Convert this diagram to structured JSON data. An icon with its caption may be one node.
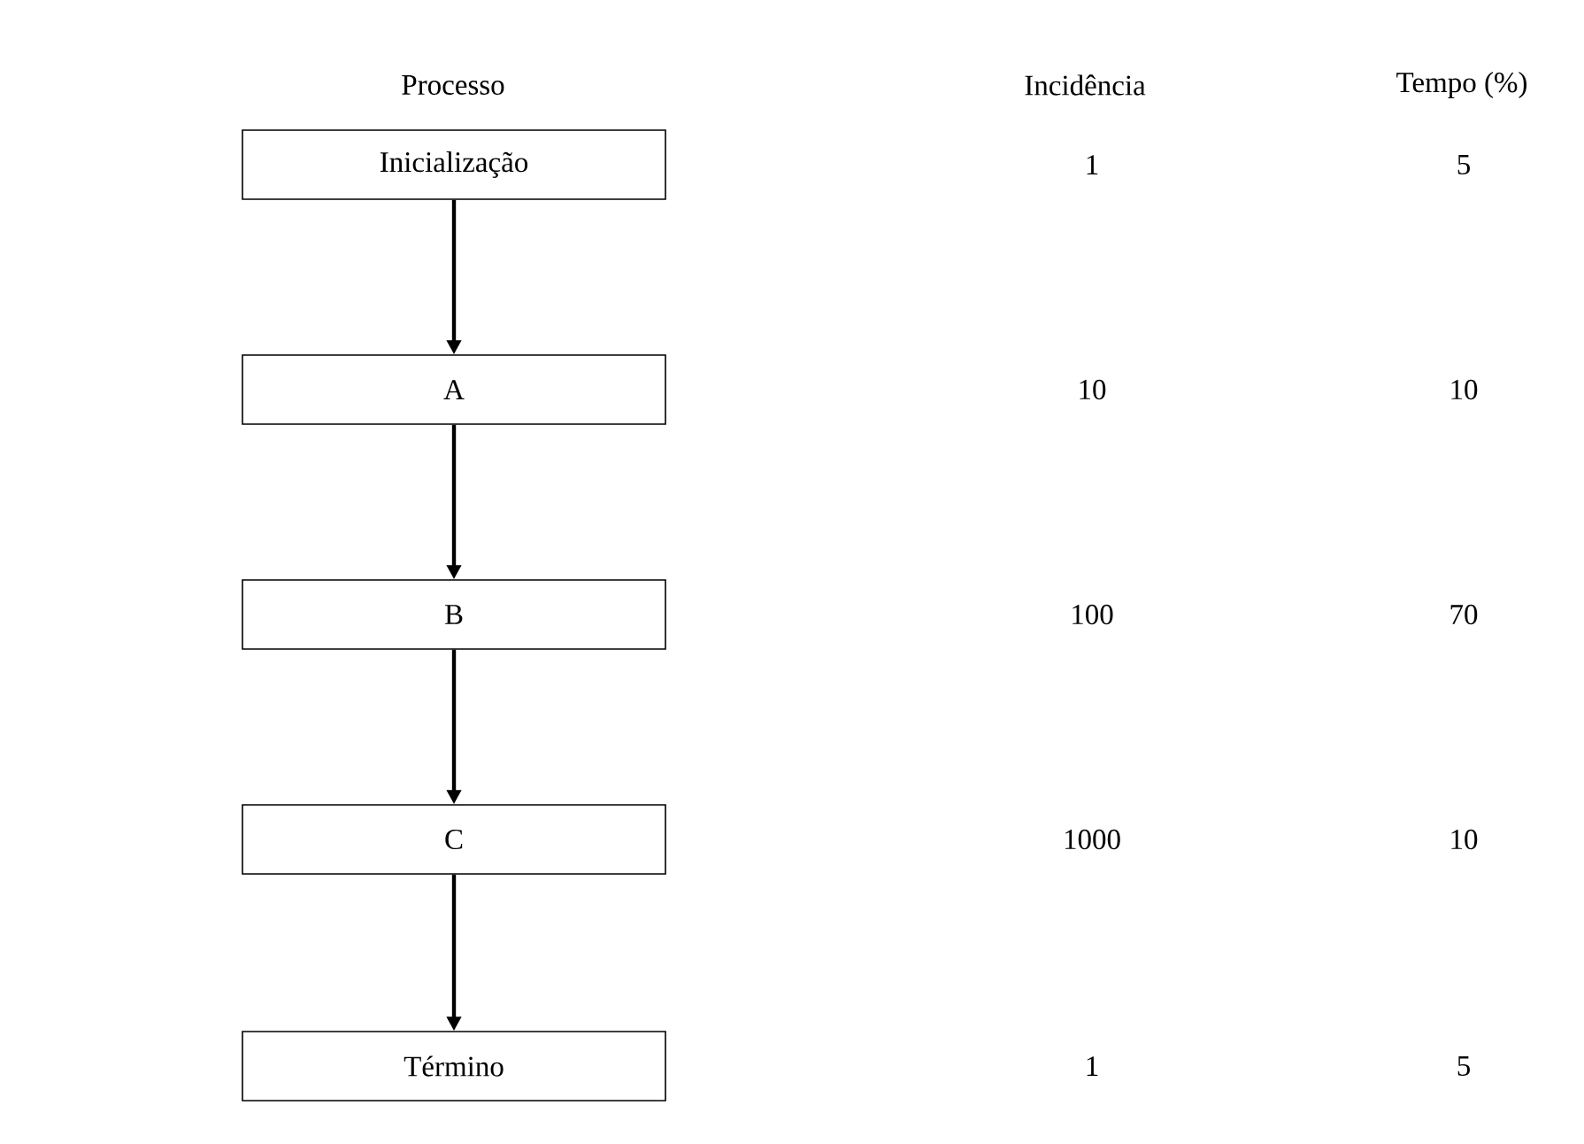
{
  "diagram": {
    "nodes": [
      {
        "text": [
          "Inicialização"
        ]
      },
      {
        "text": [
          "A"
        ]
      },
      {
        "text": [
          "B"
        ]
      },
      {
        "text": [
          "C"
        ]
      },
      {
        "text": [
          "Término"
        ]
      }
    ],
    "edges": [
      {
        "from": 0,
        "to": 1,
        "arrow": "to"
      },
      {
        "from": 1,
        "to": 2,
        "arrow": "to"
      },
      {
        "from": 2,
        "to": 3,
        "arrow": "to"
      },
      {
        "from": 3,
        "to": 4,
        "arrow": "to"
      }
    ],
    "labels": [
      "Processo",
      "Incidência",
      "Tempo (%)",
      "1",
      "5",
      "10",
      "10",
      "100",
      "70",
      "1000",
      "10",
      "1",
      "5"
    ]
  }
}
